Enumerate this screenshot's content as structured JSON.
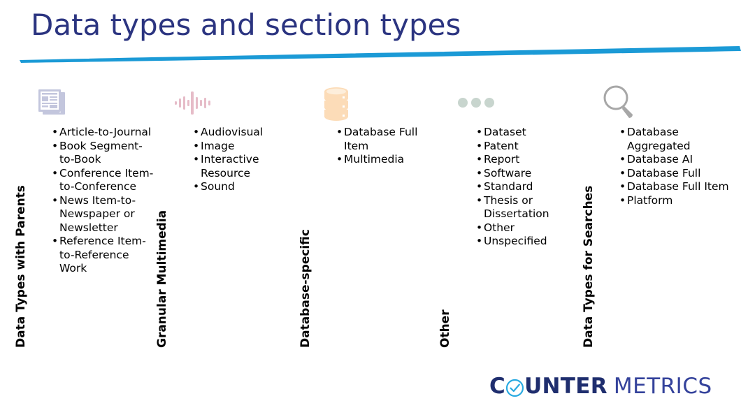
{
  "slide": {
    "title": "Data types and section types",
    "accent_color": "#1b9ad6",
    "title_color": "#2b3480"
  },
  "columns": [
    {
      "label": "Data Types with Parents",
      "icon": "newspaper-icon",
      "icon_color": "#c3c6dd",
      "items": [
        "Article-to-Journal",
        "Book Segment-to-Book",
        "Conference Item-to-Conference",
        "News Item-to-Newspaper or Newsletter",
        "Reference Item-to-Reference Work"
      ]
    },
    {
      "label": "Granular Multimedia",
      "icon": "audio-waveform-icon",
      "icon_color": "#e6bcc8",
      "items": [
        "Audiovisual",
        "Image",
        "Interactive Resource",
        "Sound"
      ]
    },
    {
      "label": "Database-specific",
      "icon": "database-icon",
      "icon_color": "#fcdcb8",
      "items": [
        "Database Full Item",
        "Multimedia"
      ]
    },
    {
      "label": "Other",
      "icon": "ellipsis-dots-icon",
      "icon_color": "#c8d5ce",
      "items": [
        "Dataset",
        "Patent",
        "Report",
        "Software",
        "Standard",
        "Thesis or Dissertation",
        "Other",
        "Unspecified"
      ]
    },
    {
      "label": "Data Types for Searches",
      "icon": "magnifier-icon",
      "icon_color": "#a7a7a7",
      "items": [
        "Database Aggregated",
        "Database AI",
        "Database Full",
        "Database Full Item",
        "Platform"
      ]
    }
  ],
  "footer": {
    "logo_counter": "C",
    "logo_counter_rest": "UNTER",
    "logo_metrics": "METRICS",
    "logo_mark": "check-circle-icon",
    "counter_color": "#1f2e6e",
    "metrics_color": "#34429b",
    "mark_color": "#29aae1"
  }
}
